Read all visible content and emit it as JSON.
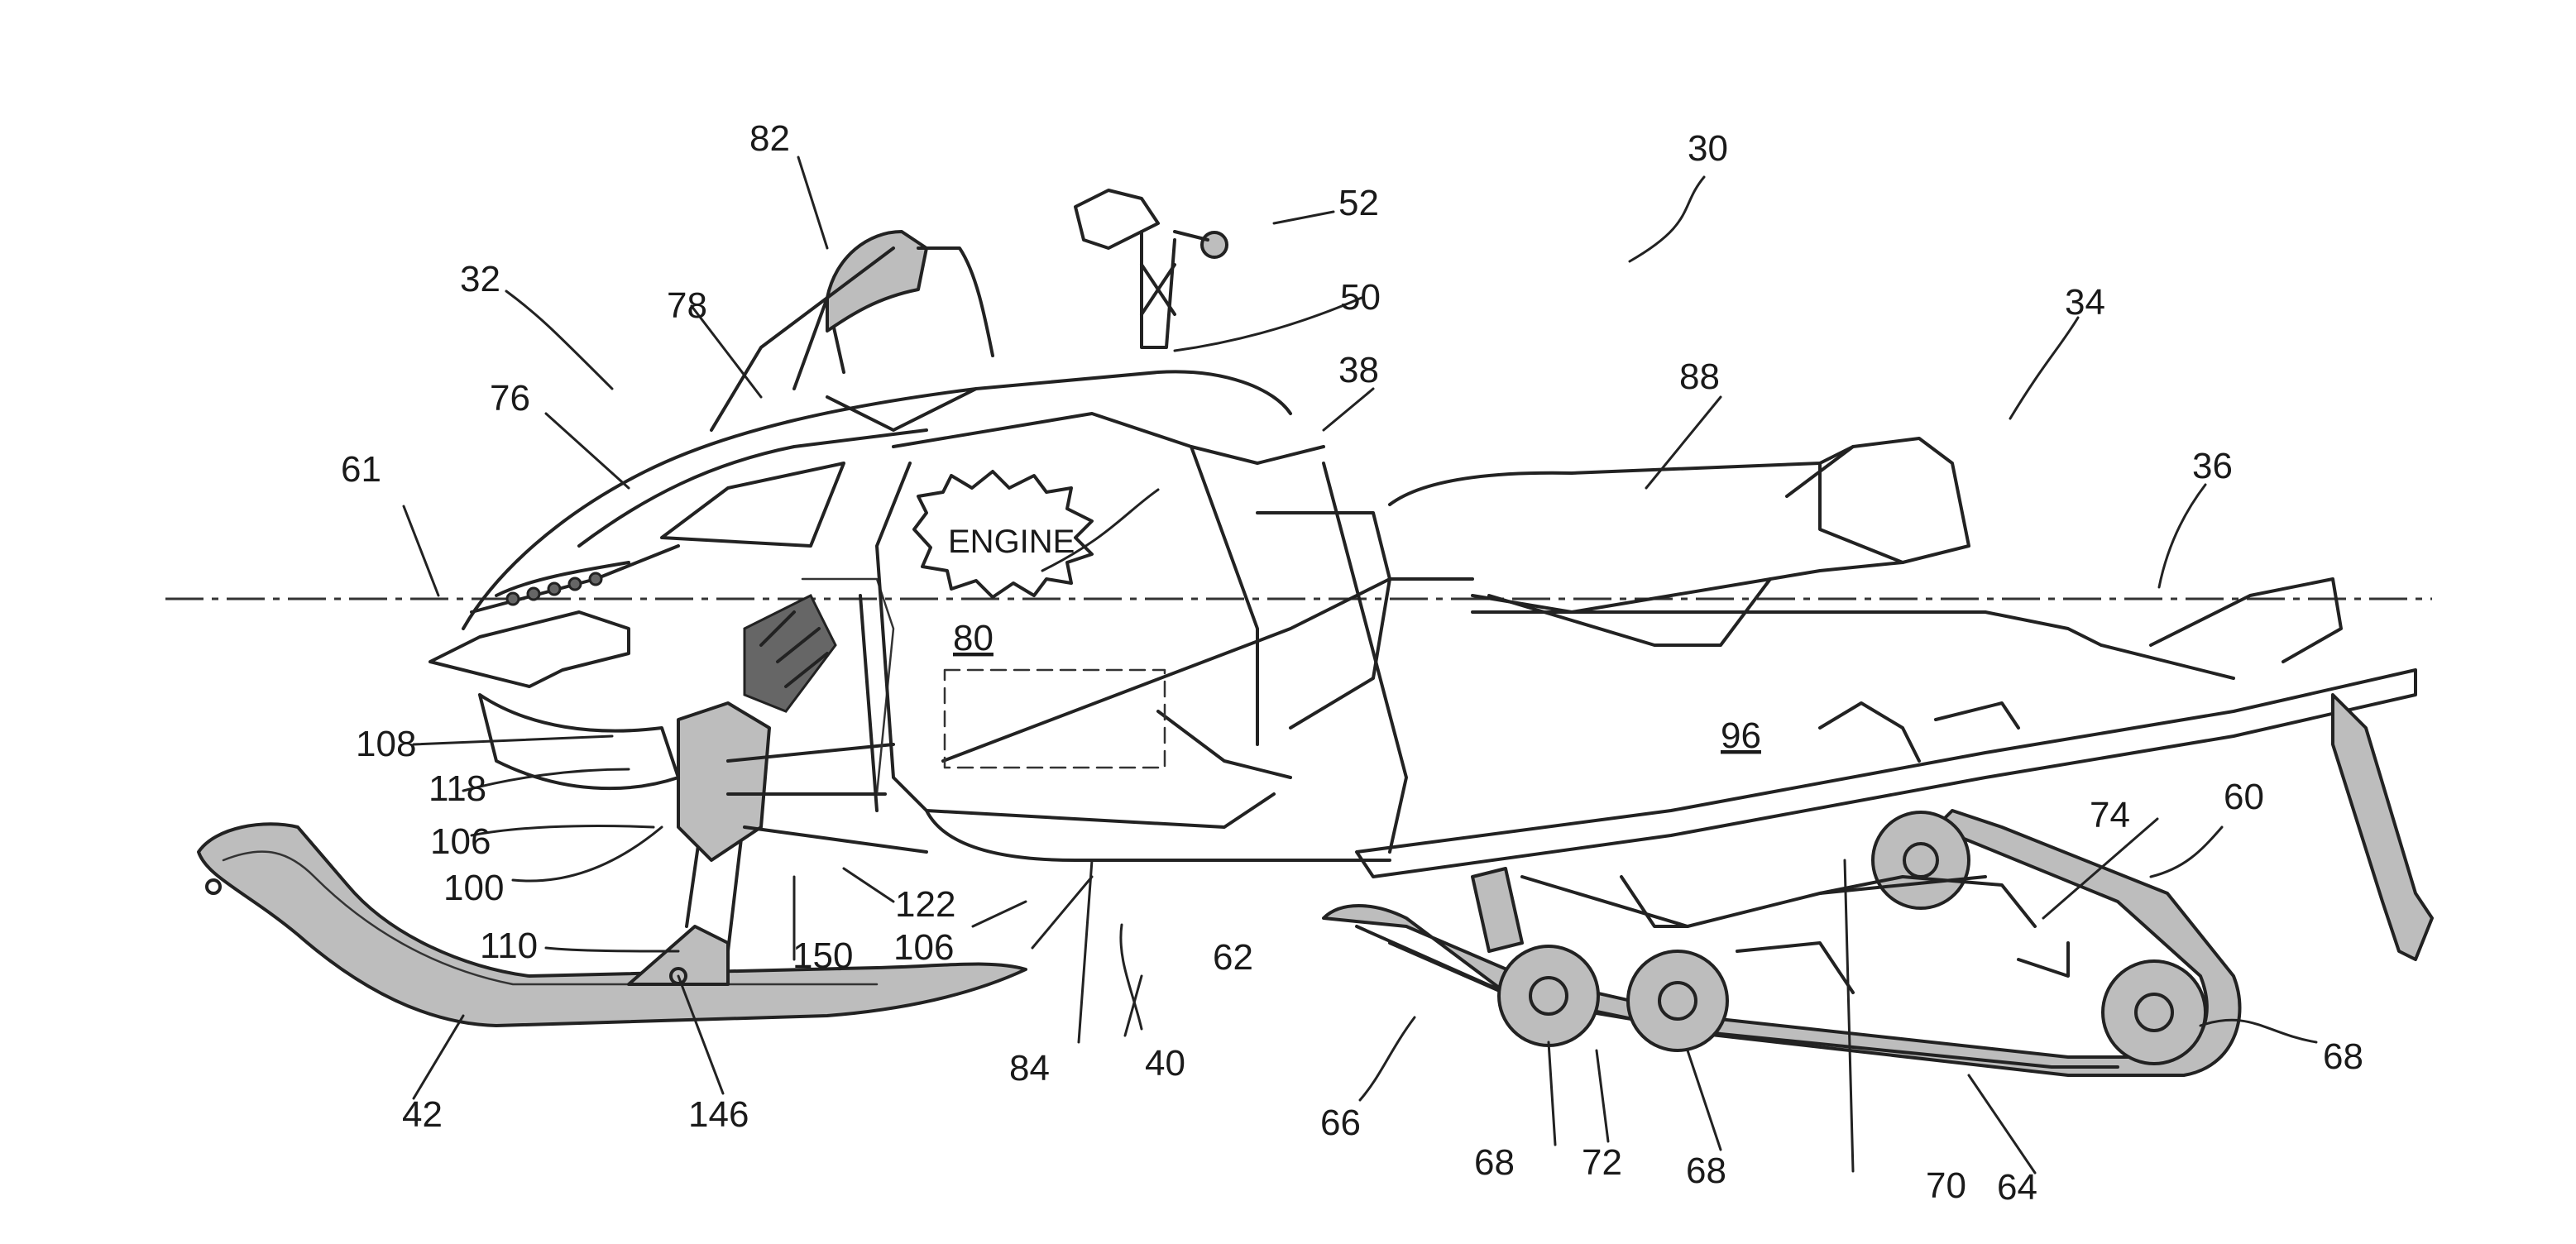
{
  "engine_text": "ENGINE",
  "labels": {
    "l30": "30",
    "l32": "32",
    "l34": "34",
    "l36": "36",
    "l38": "38",
    "l40": "40",
    "l42": "42",
    "l50": "50",
    "l52": "52",
    "l60": "60",
    "l61": "61",
    "l62": "62",
    "l64": "64",
    "l66": "66",
    "l68a": "68",
    "l68b": "68",
    "l68c": "68",
    "l70": "70",
    "l72": "72",
    "l74": "74",
    "l76": "76",
    "l78": "78",
    "l80": "80",
    "l82": "82",
    "l84": "84",
    "l88": "88",
    "l96": "96",
    "l100": "100",
    "l106a": "106",
    "l106b": "106",
    "l108": "108",
    "l110": "110",
    "l118": "118",
    "l122": "122",
    "l146": "146",
    "l150": "150"
  }
}
